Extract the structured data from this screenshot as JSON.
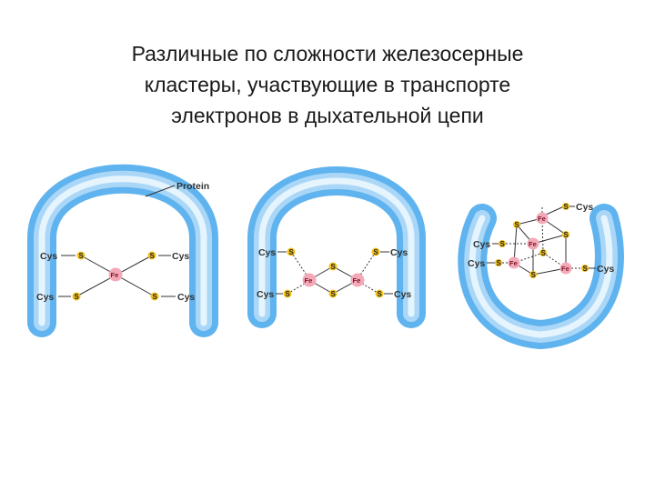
{
  "title": {
    "line1": "Различные по сложности железосерные",
    "line2": "кластеры, участвующие в транспорте",
    "line3": "электронов в дыхательной цепи"
  },
  "labels": {
    "protein": "Protein",
    "cys": "Cys",
    "s": "S",
    "fe": "Fe"
  },
  "colors": {
    "protein_outer": "#5fb3ee",
    "protein_inner": "#e6f4fd",
    "sulfur": "#f2c21a",
    "iron": "#f4a9b8"
  }
}
